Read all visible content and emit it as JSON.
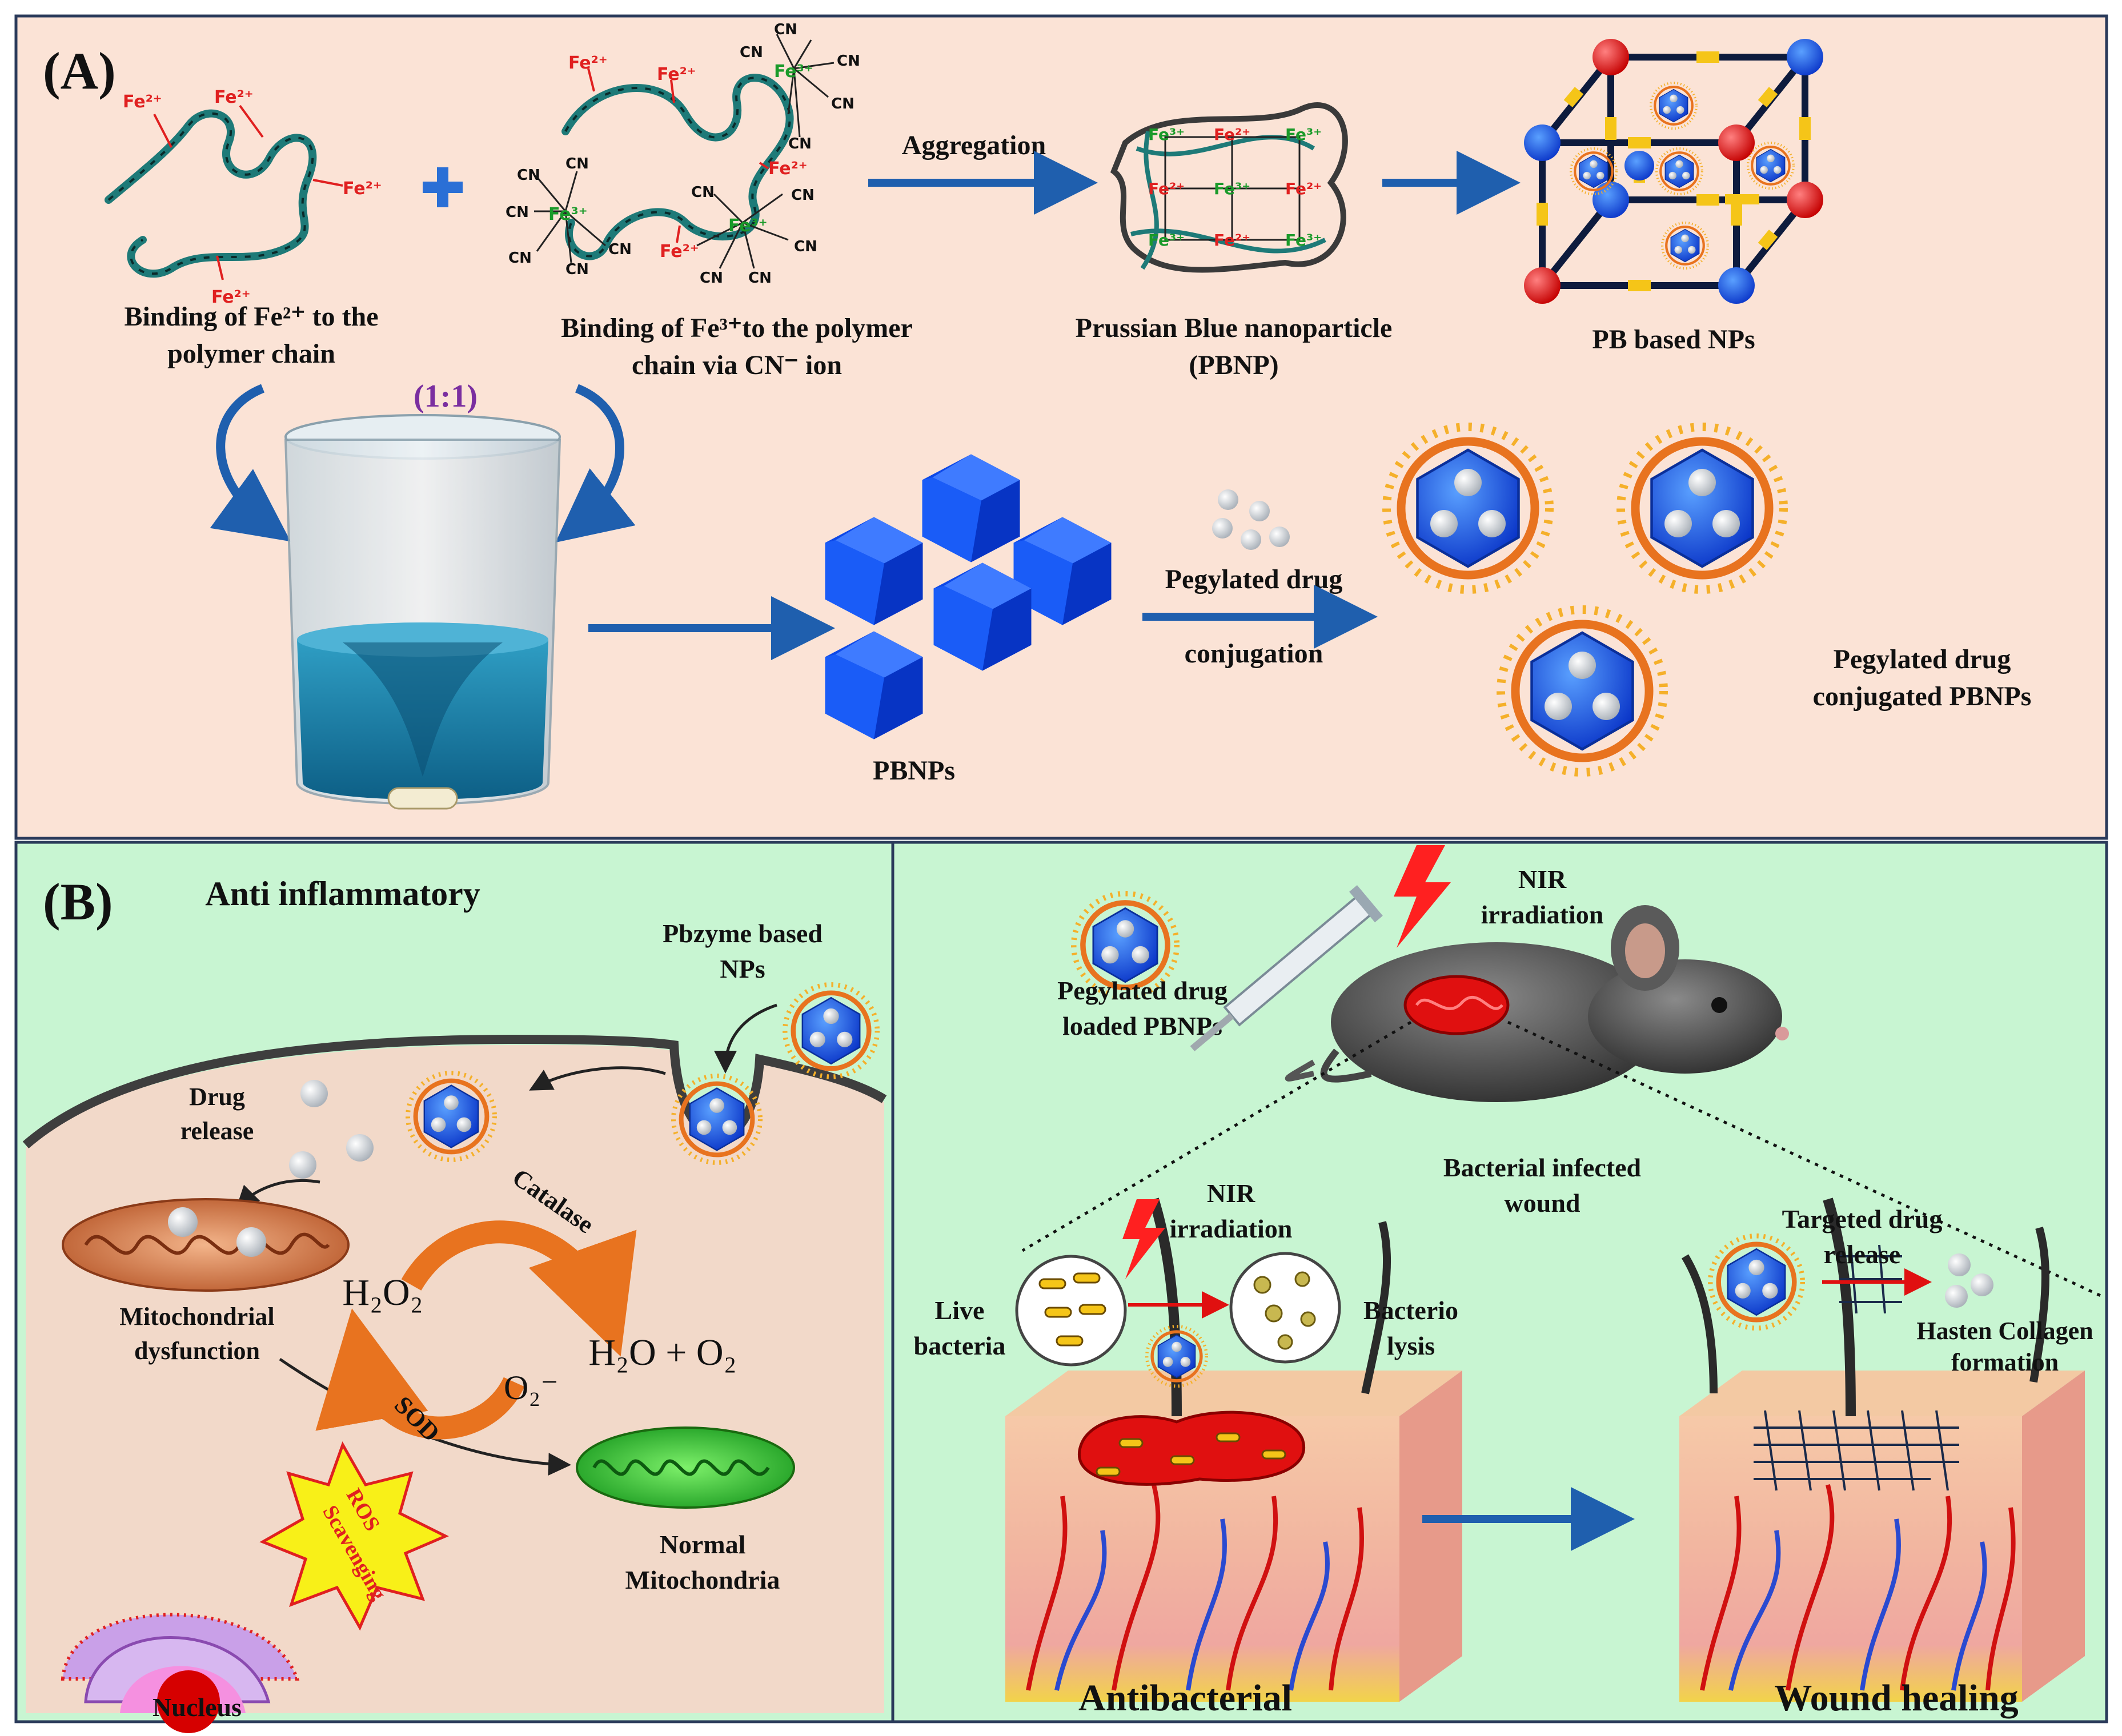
{
  "panel_a": {
    "tag": "(A)",
    "fe2_label_line1": "Binding of Fe²⁺ to the",
    "fe2_label_line2": "polymer chain",
    "fe3_label_line1": "Binding of Fe³⁺to the polymer",
    "fe3_label_line2": "chain via CN⁻ ion",
    "aggregation": "Aggregation",
    "pbnp_line1": "Prussian Blue nanoparticle",
    "pbnp_line2": "(PBNP)",
    "pb_nps": "PB based NPs",
    "ratio": "(1:1)",
    "pbnps": "PBNPs",
    "peg_drug": "Pegylated drug",
    "conjugation": "conjugation",
    "conj_line1": "Pegylated drug",
    "conj_line2": "conjugated PBNPs",
    "fe2": "Fe²⁺",
    "fe3": "Fe³⁺",
    "cn": "CN"
  },
  "panel_b_left": {
    "tag": "(B)",
    "title": "Anti inflammatory",
    "pbzyme_line1": "Pbzyme based",
    "pbzyme_line2": "NPs",
    "drug_line1": "Drug",
    "drug_line2": "release",
    "mito_dys_line1": "Mitochondrial",
    "mito_dys_line2": "dysfunction",
    "h2o2": "H₂O₂",
    "h2o_o2": "H₂O + O₂",
    "o2_minus": "O₂⁻",
    "catalase": "Catalase",
    "sod": "SOD",
    "ros_line1": "ROS",
    "ros_line2": "Scavenging",
    "normal_line1": "Normal",
    "normal_line2": "Mitochondria",
    "nucleus": "Nucleus"
  },
  "panel_b_right": {
    "nir_top_line1": "NIR",
    "nir_top_line2": "irradiation",
    "peg_loaded_line1": "Pegylated drug",
    "peg_loaded_line2": "loaded PBNPs",
    "infected_line1": "Bacterial infected",
    "infected_line2": "wound",
    "nir_mid_line1": "NIR",
    "nir_mid_line2": "irradiation",
    "live_line1": "Live",
    "live_line2": "bacteria",
    "lysis_line1": "Bacterio",
    "lysis_line2": "lysis",
    "targeted_line1": "Targeted drug",
    "targeted_line2": "release",
    "hasten_line1": "Hasten Collagen",
    "hasten_line2": "formation",
    "antibacterial": "Antibacterial",
    "wound_healing": "Wound healing"
  },
  "colors": {
    "panel_a_bg": "#fbe3d6",
    "panel_b_bg": "#c8f5d2",
    "cell_bg": "#f2d9c9",
    "pb_blue": "#1e5ef0",
    "arrow_blue": "#1f5fae",
    "orange": "#e8731f",
    "fe2_red": "#e02020",
    "fe3_green": "#1a9a2a"
  }
}
